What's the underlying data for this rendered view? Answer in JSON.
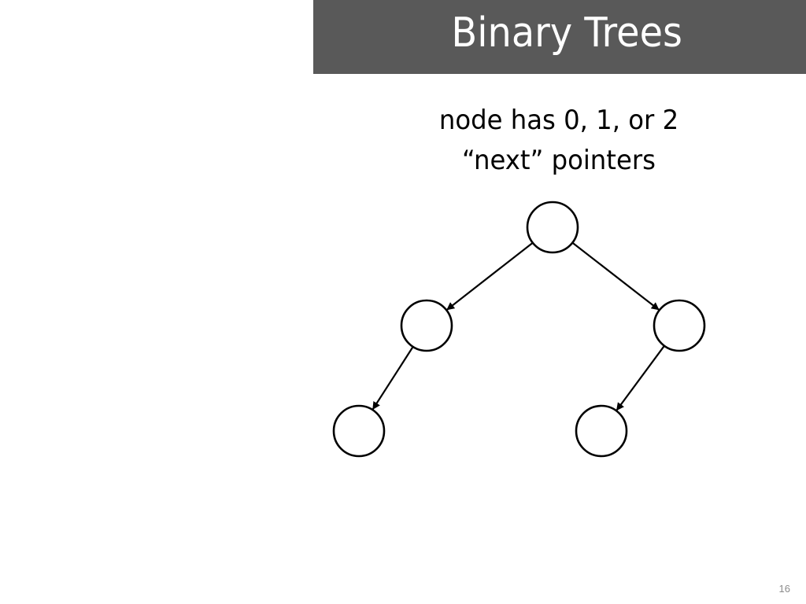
{
  "slide": {
    "title": "Binary Trees",
    "subtitle_line1": "node has 0, 1, or 2",
    "subtitle_line2": "“next” pointers",
    "page_number": "16"
  },
  "colors": {
    "title_bar": "#595959",
    "title_text": "#ffffff",
    "node_stroke": "#000000",
    "node_fill": "#ffffff",
    "page_number": "#8c8c8c"
  },
  "tree": {
    "nodes": [
      {
        "id": "root"
      },
      {
        "id": "left"
      },
      {
        "id": "right"
      },
      {
        "id": "left-left"
      },
      {
        "id": "right-left"
      }
    ],
    "edges": [
      {
        "from": "root",
        "to": "left"
      },
      {
        "from": "root",
        "to": "right"
      },
      {
        "from": "left",
        "to": "left-left"
      },
      {
        "from": "right",
        "to": "right-left"
      }
    ]
  }
}
